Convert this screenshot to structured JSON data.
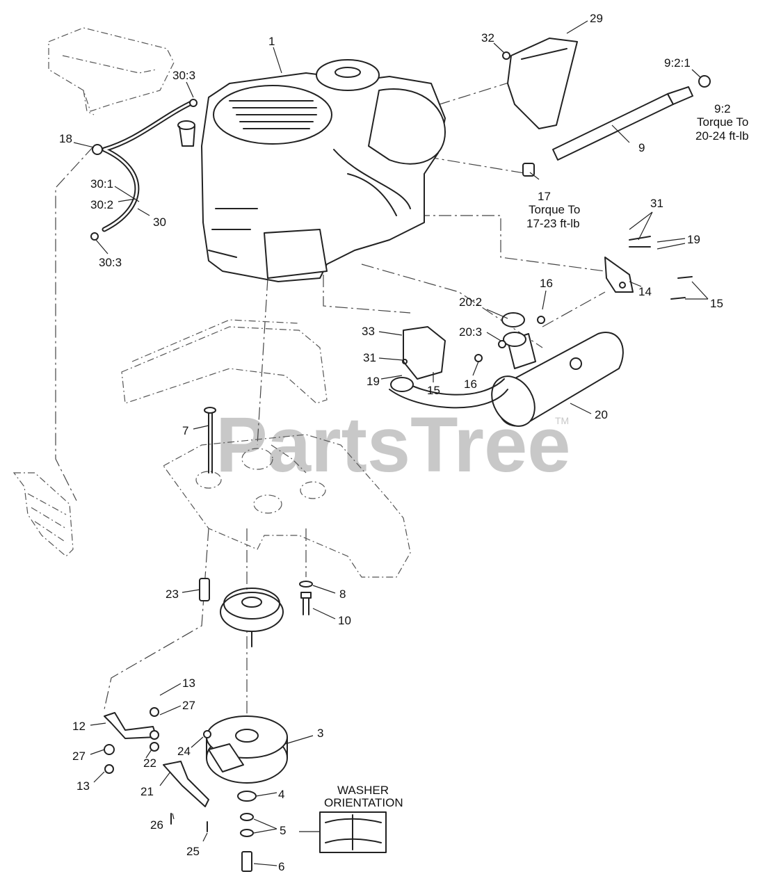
{
  "watermark": {
    "text": "PartsTree",
    "trademark": "TM"
  },
  "callouts": {
    "c1": "1",
    "c3": "3",
    "c4": "4",
    "c5": "5",
    "c6": "6",
    "c7": "7",
    "c8": "8",
    "c9": "9",
    "c9_2": "9:2",
    "c9_2_1": "9:2:1",
    "c10": "10",
    "c12": "12",
    "c13a": "13",
    "c13b": "13",
    "c14": "14",
    "c15a": "15",
    "c15b": "15",
    "c16a": "16",
    "c16b": "16",
    "c17": "17",
    "c18": "18",
    "c19a": "19",
    "c19b": "19",
    "c20": "20",
    "c20_2": "20:2",
    "c20_3": "20:3",
    "c21": "21",
    "c22": "22",
    "c23": "23",
    "c24": "24",
    "c25": "25",
    "c26": "26",
    "c27a": "27",
    "c27b": "27",
    "c29": "29",
    "c30": "30",
    "c30_1": "30:1",
    "c30_2": "30:2",
    "c30_3a": "30:3",
    "c30_3b": "30:3",
    "c31a": "31",
    "c31b": "31",
    "c32": "32",
    "c33": "33"
  },
  "notes": {
    "torque_9": [
      "Torque To",
      "20-24 ft-lb"
    ],
    "torque_17": [
      "Torque To",
      "17-23 ft-lb"
    ],
    "washer": [
      "WASHER",
      "ORIENTATION"
    ]
  }
}
